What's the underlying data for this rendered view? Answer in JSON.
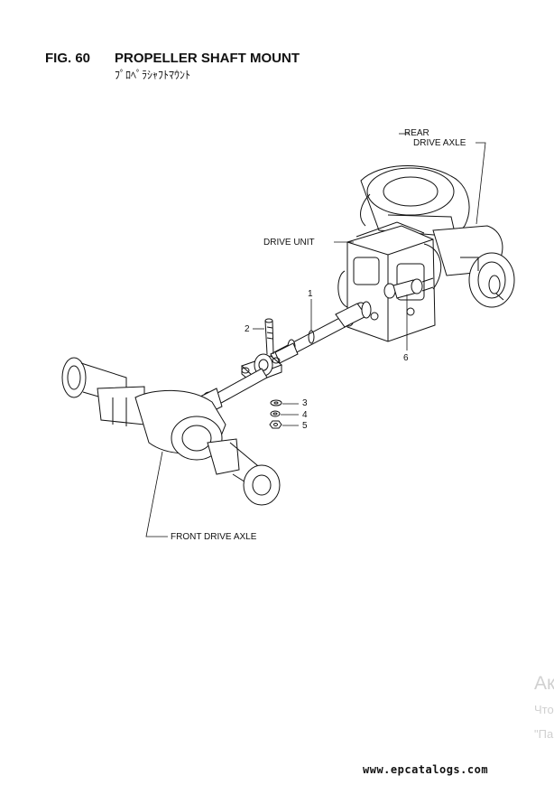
{
  "figure": {
    "number": "FIG. 60",
    "title": "PROPELLER SHAFT MOUNT",
    "subtitle": "ﾌﾟﾛﾍﾟﾗｼｬﾌﾄﾏｳﾝﾄ"
  },
  "labels": {
    "rear_axle_line1": "REAR",
    "rear_axle_line2": "DRIVE AXLE",
    "drive_unit": "DRIVE UNIT",
    "front_axle": "FRONT DRIVE AXLE"
  },
  "parts": [
    "1",
    "2",
    "3",
    "4",
    "5",
    "6"
  ],
  "watermark": {
    "line1": "Ак",
    "line2": "Что",
    "line3": "\"Па"
  },
  "footer": {
    "url": "www.epcatalogs.com"
  }
}
